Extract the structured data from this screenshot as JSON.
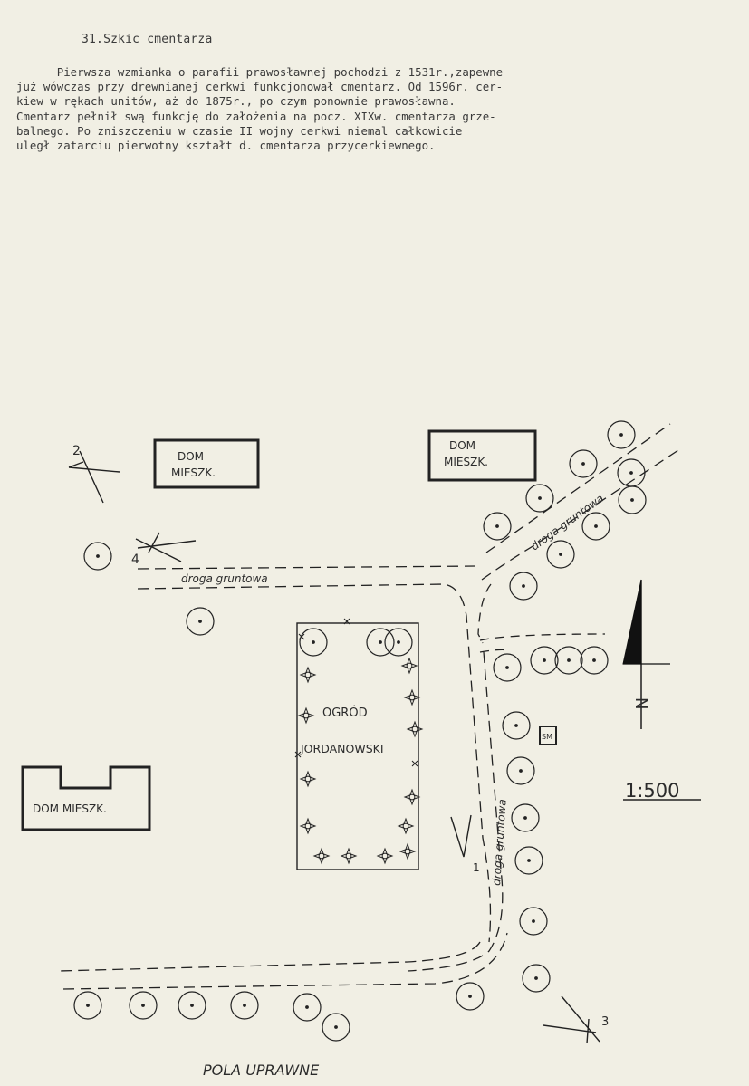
{
  "document": {
    "heading": "31.Szkic cmentarza",
    "paragraph_lines": [
      "      Pierwsza wzmianka o parafii prawosławnej pochodzi z 1531r.,zapewne",
      "już wówczas przy drewnianej cerkwi funkcjonował cmentarz. Od 1596r. cer-",
      "kiew w rękach unitów, aż do 1875r., po czym ponownie prawosławna.",
      "Cmentarz pełnił swą funkcję do założenia na pocz. XIXw. cmentarza grze-",
      "balnego. Po zniszczeniu w czasie II wojny cerkwi niemal całkowicie",
      "uległ zatarciu pierwotny kształt d. cmentarza przycerkiewnego."
    ]
  },
  "sketch": {
    "house_left_top": [
      "DOM",
      "MIESZK."
    ],
    "house_right_top": [
      "DOM",
      "MIESZK."
    ],
    "house_left_bottom": "DOM MIESZK.",
    "road_top": "droga   gruntowa",
    "road_diagonal": "droga   gruntowa",
    "road_vertical": "droga   gruntowa",
    "garden": [
      "OGRÓD",
      "JORDANOWSKI"
    ],
    "monument_box": "SM",
    "scale": "1:500",
    "north": "N",
    "fields": "POLA    UPRAWNE",
    "viewpoints": [
      "1",
      "2",
      "3",
      "4"
    ]
  }
}
